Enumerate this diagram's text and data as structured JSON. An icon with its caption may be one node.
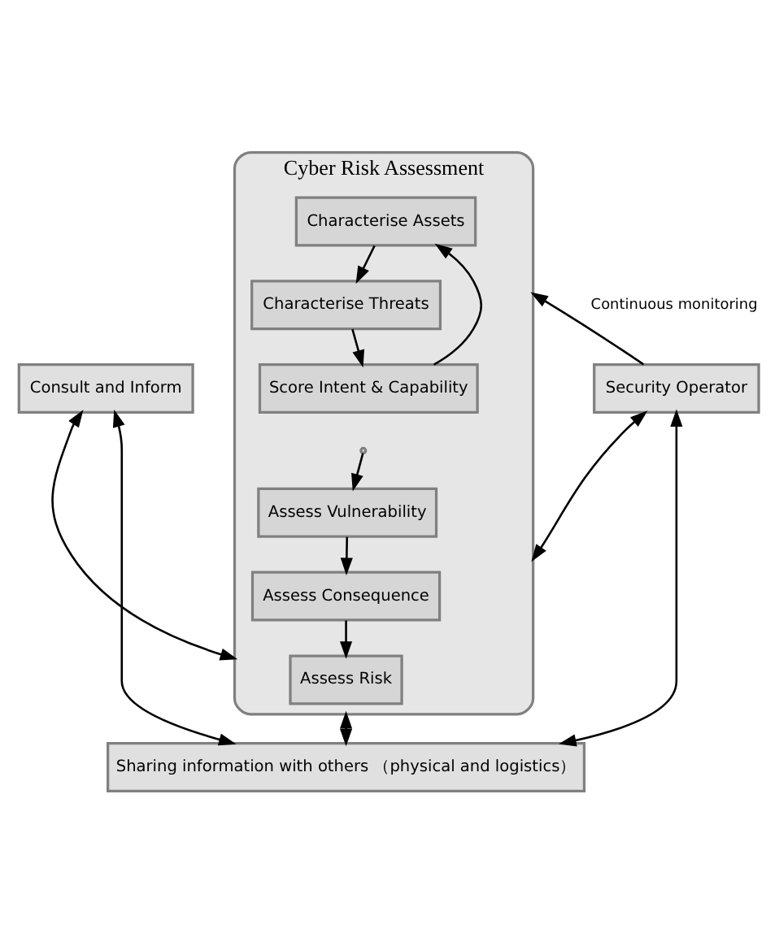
{
  "diagram": {
    "nodes": [
      {
        "text": [
          "Cyber Risk Assessment"
        ]
      },
      {
        "text": [
          "Characterise Assets"
        ],
        "in": 0
      },
      {
        "text": [
          "Characterise Threats"
        ],
        "in": 0
      },
      {
        "text": [
          "Score Intent & Capability"
        ],
        "in": 0
      },
      {
        "text": [
          "Assess Vulnerability"
        ],
        "in": 0
      },
      {
        "text": [
          "Assess Consequence"
        ],
        "in": 0
      },
      {
        "text": [
          "Assess Risk"
        ],
        "in": 0
      },
      {
        "text": [
          "Consult and Inform"
        ]
      },
      {
        "text": [
          "Security Operator"
        ]
      },
      {
        "text": [
          "Sharing information with others （physical and logistics）"
        ]
      }
    ],
    "edges": [
      {
        "from": 1,
        "to": 2,
        "arrow": "to"
      },
      {
        "from": 2,
        "to": 3,
        "arrow": "to"
      },
      {
        "from": 3,
        "to": 1,
        "arrow": "to"
      },
      {
        "from": null,
        "to": 4,
        "arrow": "to"
      },
      {
        "from": 4,
        "to": 5,
        "arrow": "to"
      },
      {
        "from": 5,
        "to": 6,
        "arrow": "to"
      },
      {
        "from": 7,
        "to": 0,
        "arrow": "both"
      },
      {
        "from": 0,
        "to": 8,
        "arrow": "both"
      },
      {
        "from": 8,
        "to": 0,
        "arrow": "to",
        "label": "Continuous monitoring"
      },
      {
        "from": 7,
        "to": 9,
        "arrow": "both"
      },
      {
        "from": 0,
        "to": 9,
        "arrow": "both"
      },
      {
        "from": 8,
        "to": 9,
        "arrow": "both"
      }
    ]
  }
}
